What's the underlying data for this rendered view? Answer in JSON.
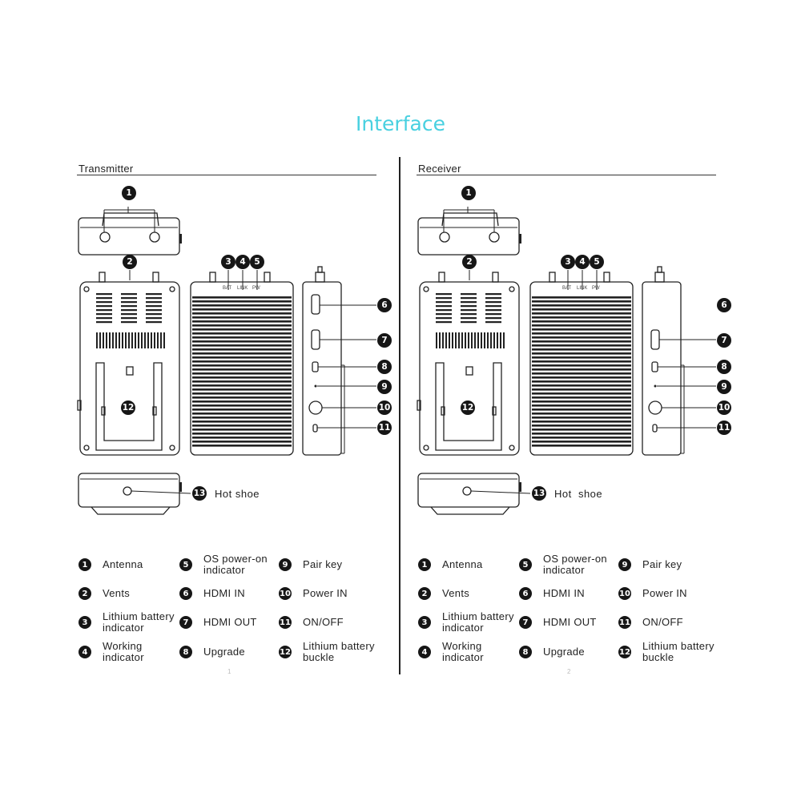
{
  "page_title": "Interface",
  "panels": [
    {
      "title": "Transmitter",
      "hotshoe_label": "Hot shoe",
      "show_hdmi_in": true,
      "page_number": "1",
      "legend": [
        {
          "num": "1",
          "text": "Antenna"
        },
        {
          "num": "2",
          "text": "Vents"
        },
        {
          "num": "3",
          "text": "Lithium battery\nindicator"
        },
        {
          "num": "4",
          "text": "Working\nindicator"
        },
        {
          "num": "5",
          "text": "OS power-on\nindicator"
        },
        {
          "num": "6",
          "text": "HDMI IN"
        },
        {
          "num": "7",
          "text": "HDMI OUT"
        },
        {
          "num": "8",
          "text": "Upgrade"
        },
        {
          "num": "9",
          "text": "Pair key"
        },
        {
          "num": "10",
          "text": "Power IN"
        },
        {
          "num": "11",
          "text": "ON/OFF"
        },
        {
          "num": "12",
          "text": "Lithium battery\nbuckle"
        }
      ]
    },
    {
      "title": "Receiver",
      "hotshoe_label": "Hot  shoe",
      "show_hdmi_in": false,
      "page_number": "2",
      "legend": [
        {
          "num": "1",
          "text": "Antenna"
        },
        {
          "num": "2",
          "text": "Vents"
        },
        {
          "num": "3",
          "text": "Lithium battery\nindicator"
        },
        {
          "num": "4",
          "text": "Working\nindicator"
        },
        {
          "num": "5",
          "text": "OS power-on\nindicator"
        },
        {
          "num": "6",
          "text": "HDMI IN"
        },
        {
          "num": "7",
          "text": "HDMI OUT"
        },
        {
          "num": "8",
          "text": "Upgrade"
        },
        {
          "num": "9",
          "text": "Pair key"
        },
        {
          "num": "10",
          "text": "Power IN"
        },
        {
          "num": "11",
          "text": "ON/OFF"
        },
        {
          "num": "12",
          "text": "Lithium battery\nbuckle"
        }
      ]
    }
  ],
  "callouts": {
    "antenna": "1",
    "vents": "2",
    "bat": "3",
    "link": "4",
    "pw": "5",
    "hdmi_in": "6",
    "hdmi_out": "7",
    "upgrade": "8",
    "pair": "9",
    "power": "10",
    "onoff": "11",
    "battery_buckle": "12",
    "hotshoe": "13"
  },
  "led_labels": {
    "bat": "BAT",
    "link": "LINK",
    "pw": "PW"
  },
  "colors": {
    "accent": "#48d0e0",
    "ink": "#161616"
  }
}
